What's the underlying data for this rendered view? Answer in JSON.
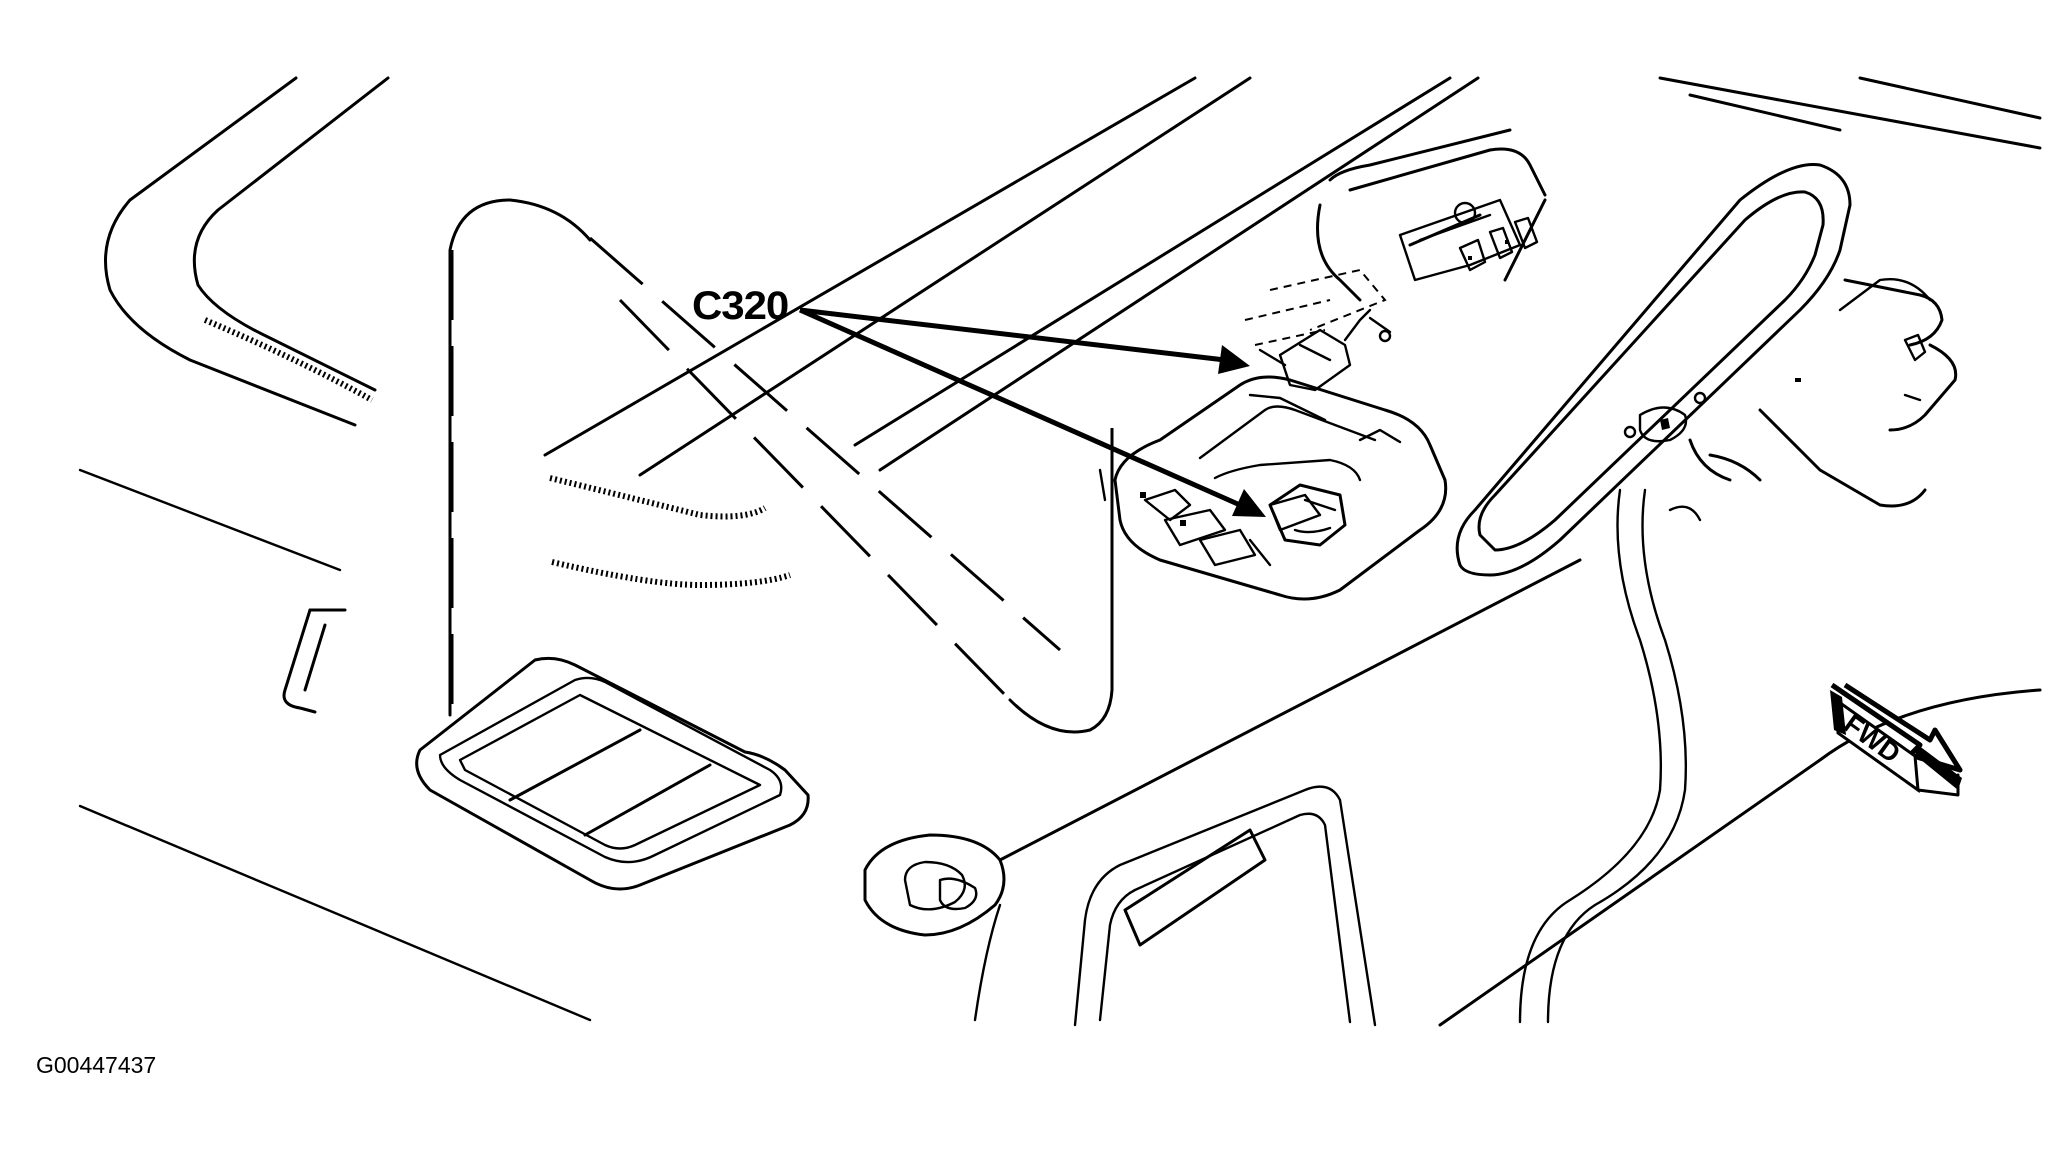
{
  "diagram": {
    "callout_label": "C320",
    "direction_label": "FWD",
    "figure_id": "G00447437"
  }
}
